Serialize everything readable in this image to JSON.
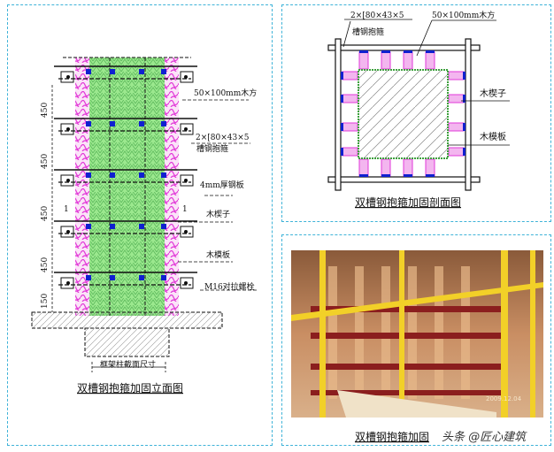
{
  "elevation": {
    "title": "双槽钢抱箍加固立面图",
    "labels": {
      "timber": "50×100mm木方",
      "channel_line1": "2×[80×43×5",
      "channel_line2": "槽钢抱箍",
      "steel_plate": "4mm厚钢板",
      "wedge": "木楔子",
      "formwork": "木模板",
      "bolt": "M16对拉螺栓",
      "column_size": "框架柱截面尺寸",
      "section_mark": "1"
    },
    "dimensions": [
      "450",
      "450",
      "450",
      "450",
      "150"
    ]
  },
  "section": {
    "title": "双槽钢抱箍加固剖面图",
    "labels": {
      "channel_line1": "2×[80×43×5",
      "channel_line2": "槽钢抱箍",
      "timber": "50×100mm木方",
      "wedge": "木楔子",
      "formwork": "木模板"
    }
  },
  "photo": {
    "caption": "双槽钢抱箍加固",
    "date_stamp": "2009.12.04",
    "watermark": "头条 @匠心建筑"
  },
  "colors": {
    "border": "#3fb3d8",
    "concrete_fill": "#9be88e",
    "wedge": "#e23ad8",
    "timber": "#1020d0"
  }
}
